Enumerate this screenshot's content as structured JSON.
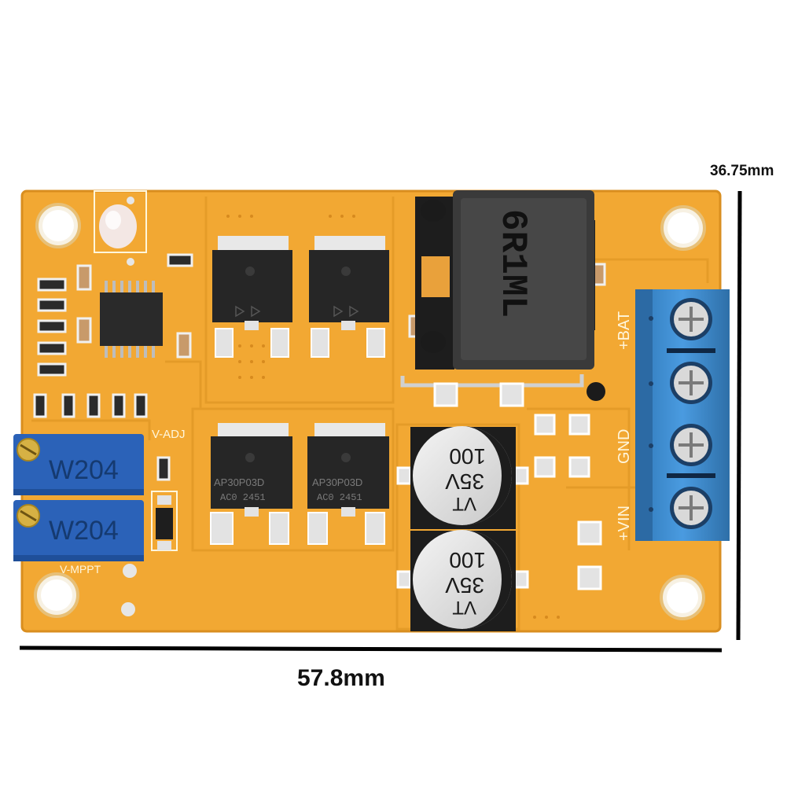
{
  "dimensions": {
    "width_label": "57.8mm",
    "height_label": "36.75mm"
  },
  "board": {
    "color": "#f2a833",
    "silkscreen": {
      "v_adj": "V-ADJ",
      "v_mppt": "V-MPPT",
      "bat": "+BAT",
      "gnd": "GND",
      "vin": "+VIN"
    },
    "inductor_marking": "6R1ML",
    "mosfets": [
      {
        "marking": "",
        "code": ""
      },
      {
        "marking": "",
        "code": ""
      },
      {
        "marking": "AP30P03D",
        "code": "AC0  2451"
      },
      {
        "marking": "AP30P03D",
        "code": "AC0  2451"
      }
    ],
    "potentiometers": [
      {
        "marking": "W204"
      },
      {
        "marking": "W204"
      }
    ],
    "capacitors": [
      {
        "line1": "VT",
        "line2": "35V",
        "line3": "100"
      },
      {
        "line1": "VT",
        "line2": "35V",
        "line3": "100"
      }
    ],
    "terminal_block": {
      "color": "#3f8fd1",
      "positions": 4
    }
  }
}
